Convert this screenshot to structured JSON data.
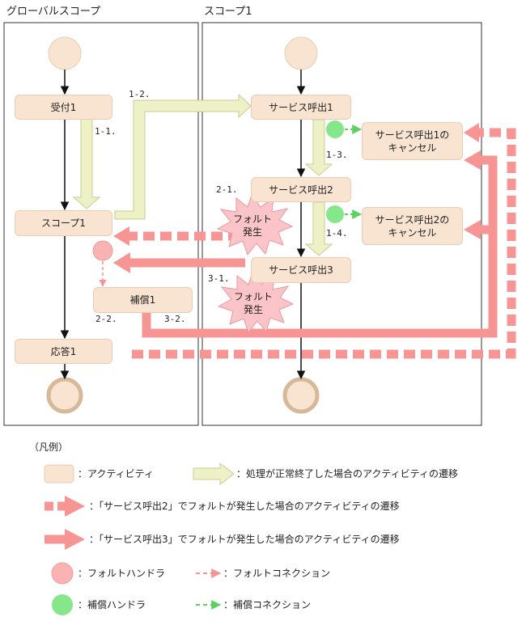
{
  "scopes": {
    "global_title": "グローバルスコープ",
    "scope1_title": "スコープ1"
  },
  "activities": {
    "uketsuke": "受付1",
    "scope1": "スコープ1",
    "hosho": "補償1",
    "outou": "応答1",
    "service1": "サービス呼出1",
    "service2": "サービス呼出2",
    "service3": "サービス呼出3",
    "cancel1_line1": "サービス呼出1の",
    "cancel1_line2": "キャンセル",
    "cancel2_line1": "サービス呼出2の",
    "cancel2_line2": "キャンセル"
  },
  "faults": {
    "fault1_line1": "フォルト",
    "fault1_line2": "発生",
    "fault2_line1": "フォルト",
    "fault2_line2": "発生"
  },
  "steps": {
    "s1_1": "1-1.",
    "s1_2": "1-2.",
    "s1_3": "1-3.",
    "s1_4": "1-4.",
    "s2_1": "2-1.",
    "s2_2": "2-2.",
    "s3_1": "3-1.",
    "s3_2": "3-2."
  },
  "legend": {
    "title": "（凡例）",
    "activity": "：アクティビティ",
    "normal_transition": "：処理が正常終了した場合のアクティビティの遷移",
    "fault2_transition": "：「サービス呼出2」でフォルトが発生した場合のアクティビティの遷移",
    "fault3_transition": "：「サービス呼出3」でフォルトが発生した場合のアクティビティの遷移",
    "fault_handler": "：フォルトハンドラ",
    "fault_connection": "：フォルトコネクション",
    "comp_handler": "：補償ハンドラ",
    "comp_connection": "：補償コネクション"
  },
  "colors": {
    "activity_fill": "#f9e4d2",
    "normal_arrow": "#eef0c6",
    "fault_arrow": "#f79494",
    "comp_handler": "#86e68a",
    "fault_handler": "#f9b3b3"
  }
}
